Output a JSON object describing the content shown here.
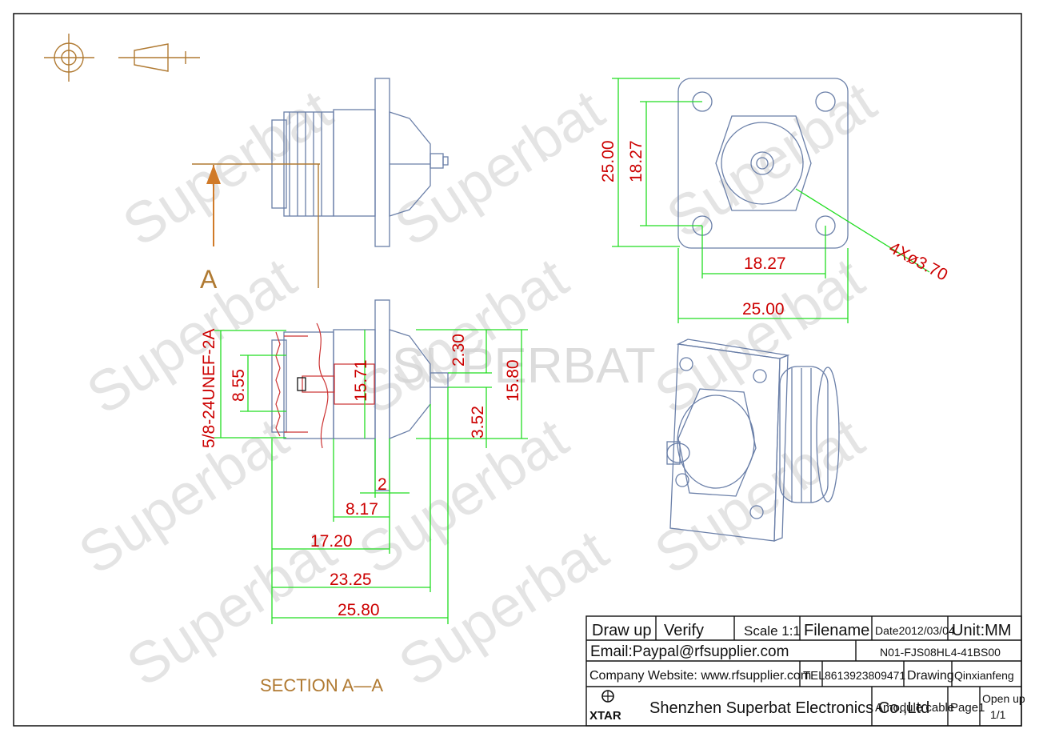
{
  "watermark": {
    "text": "Superbat",
    "center_text": "SUPERBAT"
  },
  "view": {
    "section_label": "SECTION A—A",
    "arrow_label": "A"
  },
  "dimensions": {
    "top_height_outer": "25.00",
    "top_height_inner": "18.27",
    "top_width_inner": "18.27",
    "top_width_outer": "25.00",
    "hole_spec": "4Xø3.70",
    "thread": "5/8-24UNEF-2A",
    "d_855": "8.55",
    "d_1571": "15.71",
    "d_230": "2.30",
    "d_1580": "15.80",
    "d_352": "3.52",
    "d_2": "2",
    "d_817": "8.17",
    "d_1720": "17.20",
    "d_2325": "23.25",
    "d_2580": "25.80"
  },
  "title_block": {
    "draw_up": "Draw up",
    "verify": "Verify",
    "scale": "Scale 1:1",
    "filename": "Filename",
    "date": "Date2012/03/04",
    "unit": "Unit:MM",
    "email": "Email:Paypal@rfsupplier.com",
    "part_number": "N01-FJS08HL4-41BS00",
    "website": "Company Website:  www.rfsupplier.com",
    "tel_label": "TEL",
    "tel": "8613923809471",
    "drawing_label": "Drawing",
    "drawer": "Qinxianfeng",
    "logo_text": "XTAR",
    "company": "Shenzhen Superbat Electronics Co.,Ltd",
    "module": "Amodule cable",
    "page": "Page1",
    "open_up": "Open up",
    "open_up_fraction": "1/1"
  },
  "colors": {
    "dimension": "#cc0000",
    "dimension_line": "#22dd22",
    "part_outline": "#6a7fa8",
    "label": "#b07a32"
  }
}
